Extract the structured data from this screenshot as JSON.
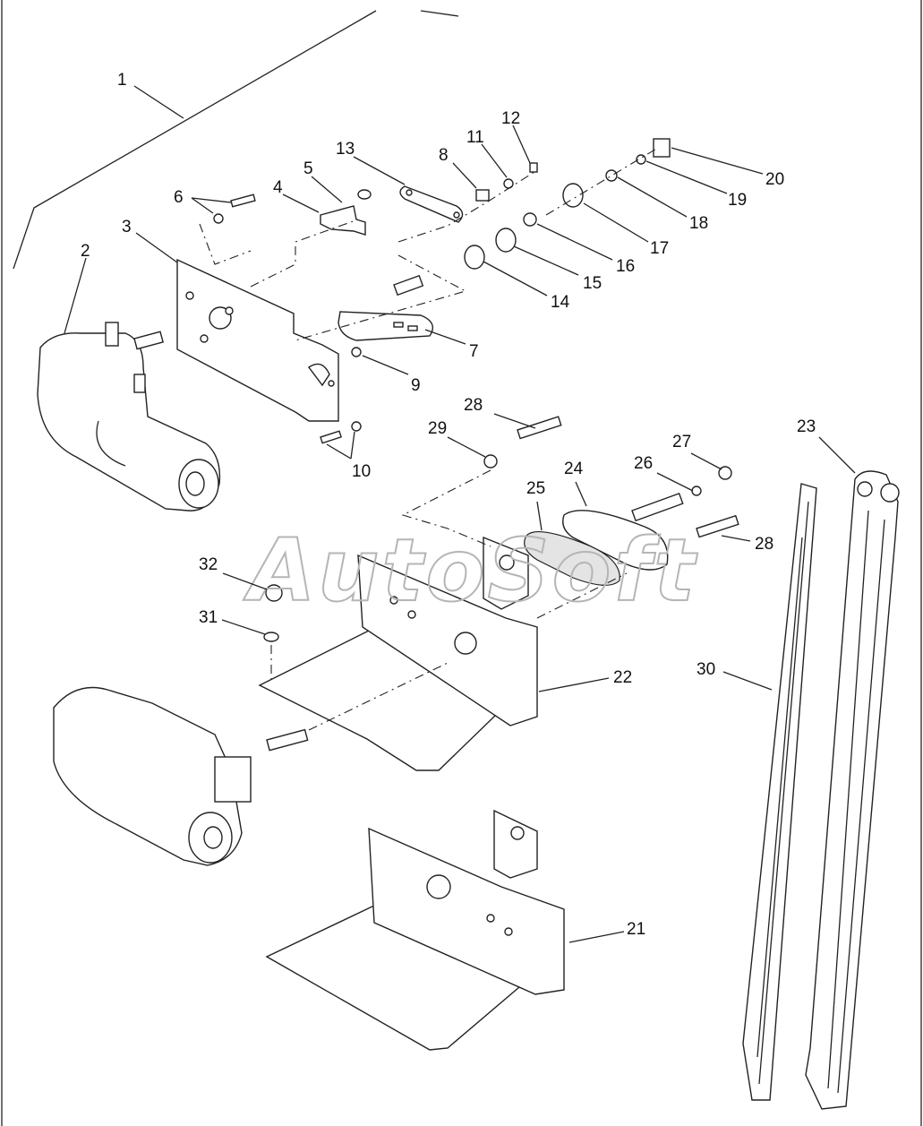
{
  "watermark": "AutoSoft",
  "callouts": [
    {
      "id": "1",
      "label": "1"
    },
    {
      "id": "2",
      "label": "2"
    },
    {
      "id": "3",
      "label": "3"
    },
    {
      "id": "4",
      "label": "4"
    },
    {
      "id": "5",
      "label": "5"
    },
    {
      "id": "6",
      "label": "6"
    },
    {
      "id": "7",
      "label": "7"
    },
    {
      "id": "8",
      "label": "8"
    },
    {
      "id": "9",
      "label": "9"
    },
    {
      "id": "10",
      "label": "10"
    },
    {
      "id": "11",
      "label": "11"
    },
    {
      "id": "12",
      "label": "12"
    },
    {
      "id": "13",
      "label": "13"
    },
    {
      "id": "14",
      "label": "14"
    },
    {
      "id": "15",
      "label": "15"
    },
    {
      "id": "16",
      "label": "16"
    },
    {
      "id": "17",
      "label": "17"
    },
    {
      "id": "18",
      "label": "18"
    },
    {
      "id": "19",
      "label": "19"
    },
    {
      "id": "20",
      "label": "20"
    },
    {
      "id": "21",
      "label": "21"
    },
    {
      "id": "22",
      "label": "22"
    },
    {
      "id": "23",
      "label": "23"
    },
    {
      "id": "24",
      "label": "24"
    },
    {
      "id": "25",
      "label": "25"
    },
    {
      "id": "26",
      "label": "26"
    },
    {
      "id": "27",
      "label": "27"
    },
    {
      "id": "28a",
      "label": "28"
    },
    {
      "id": "28b",
      "label": "28"
    },
    {
      "id": "29",
      "label": "29"
    },
    {
      "id": "30",
      "label": "30"
    },
    {
      "id": "31",
      "label": "31"
    },
    {
      "id": "32",
      "label": "32"
    }
  ]
}
